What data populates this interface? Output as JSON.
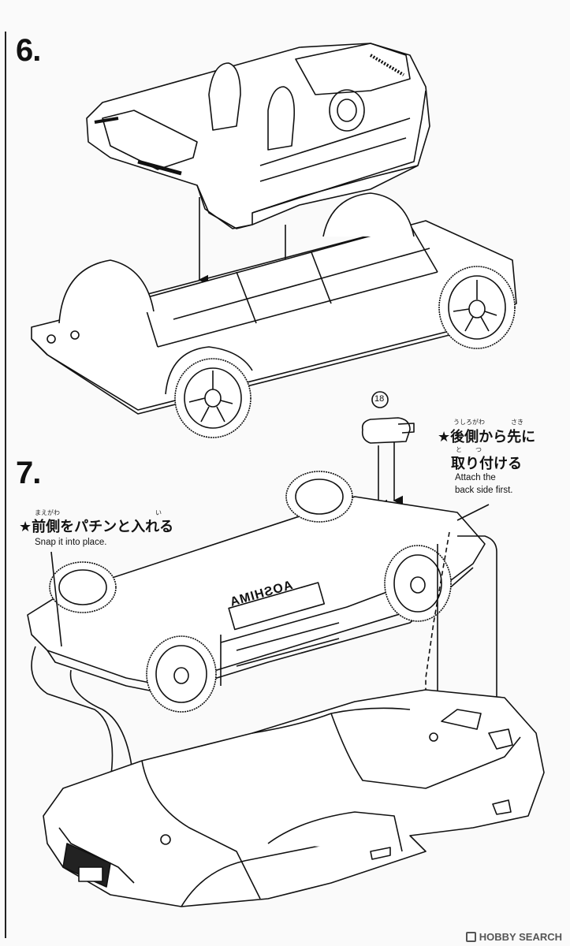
{
  "step6": {
    "number": "6."
  },
  "step7": {
    "number": "7.",
    "part_number": "18",
    "back_note": {
      "jp_line1": "★後側から先に",
      "jp_line2": "取り付ける",
      "ruby_ushirogawa": "うしろがわ",
      "ruby_saki": "さき",
      "ruby_to": "と",
      "ruby_tsu": "つ",
      "en_line1": "Attach the",
      "en_line2": "back side first."
    },
    "front_note": {
      "jp": "★前側をパチンと入れる",
      "ruby_maegawa": "まえがわ",
      "ruby_i": "い",
      "en": "Snap it into place."
    },
    "chassis_stamp": "AOSHIMA"
  },
  "watermark": {
    "text": "HOBBY SEARCH"
  }
}
